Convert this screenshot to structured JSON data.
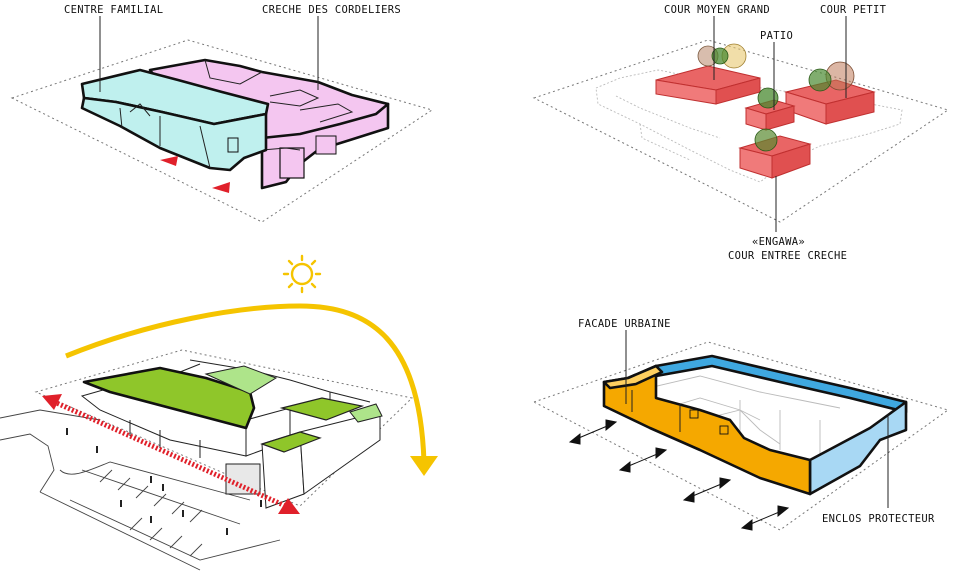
{
  "panels": {
    "top_left": {
      "label_left": "CENTRE FAMILIAL",
      "label_right": "CRECHE DES CORDELIERS",
      "color_left": "#bff0ee",
      "color_right": "#f4c6f0",
      "arrow_color": "#e0202a"
    },
    "top_right": {
      "label_moyen_grand": "COUR MOYEN GRAND",
      "label_petit": "COUR PETIT",
      "label_patio": "PATIO",
      "label_engawa_1": "«ENGAWA»",
      "label_engawa_2": "COUR ENTREE CRECHE",
      "color_courtyard": "#e96565"
    },
    "bottom_left": {
      "roof_color": "#8fc62a",
      "sun_color": "#f5c400",
      "arrow_color": "#e0202a",
      "sun_icon": "sun-icon"
    },
    "bottom_right": {
      "label_facade": "FACADE URBAINE",
      "label_enclos": "ENCLOS PROTECTEUR",
      "color_facade": "#f5a800",
      "color_enclos": "#3fa8e0"
    }
  }
}
